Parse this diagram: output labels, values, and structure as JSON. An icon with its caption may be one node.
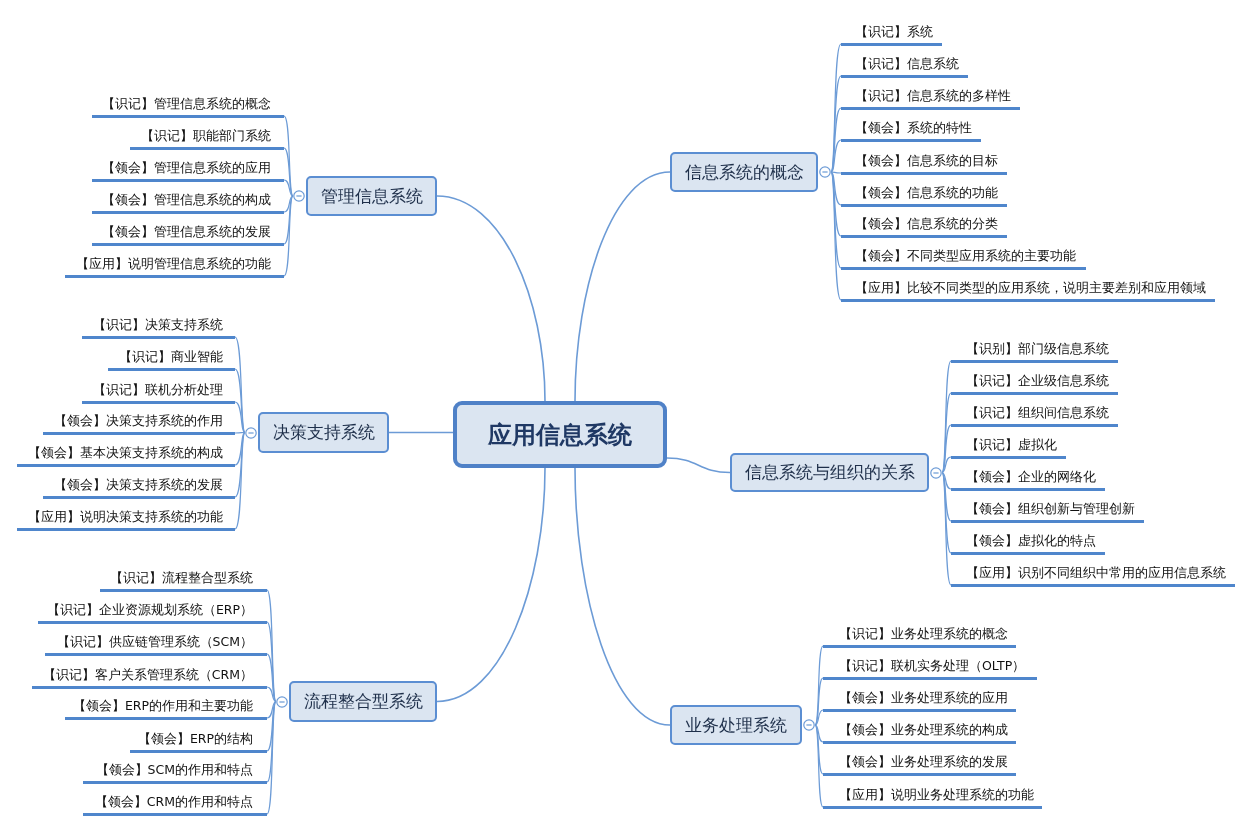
{
  "diagram": {
    "nodes": [
      {
        "text": [
          "应用信息系统"
        ]
      },
      {
        "text": [
          "信息系统的概念"
        ]
      },
      {
        "text": [
          "【识记】系统"
        ]
      },
      {
        "text": [
          "【识记】信息系统"
        ]
      },
      {
        "text": [
          "【识记】信息系统的多样性"
        ]
      },
      {
        "text": [
          "【领会】系统的特性"
        ]
      },
      {
        "text": [
          "【领会】信息系统的目标"
        ]
      },
      {
        "text": [
          "【领会】信息系统的功能"
        ]
      },
      {
        "text": [
          "【领会】信息系统的分类"
        ]
      },
      {
        "text": [
          "【领会】不同类型应用系统的主要功能"
        ]
      },
      {
        "text": [
          "【应用】比较不同类型的应用系统，说明主要差别和应用领域"
        ]
      },
      {
        "text": [
          "信息系统与组织的关系"
        ]
      },
      {
        "text": [
          "【识别】部门级信息系统"
        ]
      },
      {
        "text": [
          "【识记】企业级信息系统"
        ]
      },
      {
        "text": [
          "【识记】组织间信息系统"
        ]
      },
      {
        "text": [
          "【识记】虚拟化"
        ]
      },
      {
        "text": [
          "【领会】企业的网络化"
        ]
      },
      {
        "text": [
          "【领会】组织创新与管理创新"
        ]
      },
      {
        "text": [
          "【领会】虚拟化的特点"
        ]
      },
      {
        "text": [
          "【应用】识别不同组织中常用的应用信息系统"
        ]
      },
      {
        "text": [
          "业务处理系统"
        ]
      },
      {
        "text": [
          "【识记】业务处理系统的概念"
        ]
      },
      {
        "text": [
          "【识记】联机实务处理（OLTP）"
        ]
      },
      {
        "text": [
          "【领会】业务处理系统的应用"
        ]
      },
      {
        "text": [
          "【领会】业务处理系统的构成"
        ]
      },
      {
        "text": [
          "【领会】业务处理系统的发展"
        ]
      },
      {
        "text": [
          "【应用】说明业务处理系统的功能"
        ]
      },
      {
        "text": [
          "管理信息系统"
        ]
      },
      {
        "text": [
          "【识记】管理信息系统的概念"
        ]
      },
      {
        "text": [
          "【识记】职能部门系统"
        ]
      },
      {
        "text": [
          "【领会】管理信息系统的应用"
        ]
      },
      {
        "text": [
          "【领会】管理信息系统的构成"
        ]
      },
      {
        "text": [
          "【领会】管理信息系统的发展"
        ]
      },
      {
        "text": [
          "【应用】说明管理信息系统的功能"
        ]
      },
      {
        "text": [
          "决策支持系统"
        ]
      },
      {
        "text": [
          "【识记】决策支持系统"
        ]
      },
      {
        "text": [
          "【识记】商业智能"
        ]
      },
      {
        "text": [
          "【识记】联机分析处理"
        ]
      },
      {
        "text": [
          "【领会】决策支持系统的作用"
        ]
      },
      {
        "text": [
          "【领会】基本决策支持系统的构成"
        ]
      },
      {
        "text": [
          "【领会】决策支持系统的发展"
        ]
      },
      {
        "text": [
          "【应用】说明决策支持系统的功能"
        ]
      },
      {
        "text": [
          "流程整合型系统"
        ]
      },
      {
        "text": [
          "【识记】流程整合型系统"
        ]
      },
      {
        "text": [
          "【识记】企业资源规划系统（ERP）"
        ]
      },
      {
        "text": [
          "【识记】供应链管理系统（SCM）"
        ]
      },
      {
        "text": [
          "【识记】客户关系管理系统（CRM）"
        ]
      },
      {
        "text": [
          "【领会】ERP的作用和主要功能"
        ]
      },
      {
        "text": [
          "【领会】ERP的结构"
        ]
      },
      {
        "text": [
          "【领会】SCM的作用和特点"
        ]
      },
      {
        "text": [
          "【领会】CRM的作用和特点"
        ]
      }
    ],
    "edges": [
      {
        "from": 0,
        "to": 1,
        "arrow": "none"
      },
      {
        "from": 0,
        "to": 11,
        "arrow": "none"
      },
      {
        "from": 0,
        "to": 20,
        "arrow": "none"
      },
      {
        "from": 0,
        "to": 27,
        "arrow": "none"
      },
      {
        "from": 0,
        "to": 34,
        "arrow": "none"
      },
      {
        "from": 0,
        "to": 42,
        "arrow": "none"
      },
      {
        "from": 1,
        "to": 2,
        "arrow": "none"
      },
      {
        "from": 1,
        "to": 3,
        "arrow": "none"
      },
      {
        "from": 1,
        "to": 4,
        "arrow": "none"
      },
      {
        "from": 1,
        "to": 5,
        "arrow": "none"
      },
      {
        "from": 1,
        "to": 6,
        "arrow": "none"
      },
      {
        "from": 1,
        "to": 7,
        "arrow": "none"
      },
      {
        "from": 1,
        "to": 8,
        "arrow": "none"
      },
      {
        "from": 1,
        "to": 9,
        "arrow": "none"
      },
      {
        "from": 1,
        "to": 10,
        "arrow": "none"
      },
      {
        "from": 11,
        "to": 12,
        "arrow": "none"
      },
      {
        "from": 11,
        "to": 13,
        "arrow": "none"
      },
      {
        "from": 11,
        "to": 14,
        "arrow": "none"
      },
      {
        "from": 11,
        "to": 15,
        "arrow": "none"
      },
      {
        "from": 11,
        "to": 16,
        "arrow": "none"
      },
      {
        "from": 11,
        "to": 17,
        "arrow": "none"
      },
      {
        "from": 11,
        "to": 18,
        "arrow": "none"
      },
      {
        "from": 11,
        "to": 19,
        "arrow": "none"
      },
      {
        "from": 20,
        "to": 21,
        "arrow": "none"
      },
      {
        "from": 20,
        "to": 22,
        "arrow": "none"
      },
      {
        "from": 20,
        "to": 23,
        "arrow": "none"
      },
      {
        "from": 20,
        "to": 24,
        "arrow": "none"
      },
      {
        "from": 20,
        "to": 25,
        "arrow": "none"
      },
      {
        "from": 20,
        "to": 26,
        "arrow": "none"
      },
      {
        "from": 27,
        "to": 28,
        "arrow": "none"
      },
      {
        "from": 27,
        "to": 29,
        "arrow": "none"
      },
      {
        "from": 27,
        "to": 30,
        "arrow": "none"
      },
      {
        "from": 27,
        "to": 31,
        "arrow": "none"
      },
      {
        "from": 27,
        "to": 32,
        "arrow": "none"
      },
      {
        "from": 27,
        "to": 33,
        "arrow": "none"
      },
      {
        "from": 34,
        "to": 35,
        "arrow": "none"
      },
      {
        "from": 34,
        "to": 36,
        "arrow": "none"
      },
      {
        "from": 34,
        "to": 37,
        "arrow": "none"
      },
      {
        "from": 34,
        "to": 38,
        "arrow": "none"
      },
      {
        "from": 34,
        "to": 39,
        "arrow": "none"
      },
      {
        "from": 34,
        "to": 40,
        "arrow": "none"
      },
      {
        "from": 34,
        "to": 41,
        "arrow": "none"
      },
      {
        "from": 42,
        "to": 43,
        "arrow": "none"
      },
      {
        "from": 42,
        "to": 44,
        "arrow": "none"
      },
      {
        "from": 42,
        "to": 45,
        "arrow": "none"
      },
      {
        "from": 42,
        "to": 46,
        "arrow": "none"
      },
      {
        "from": 42,
        "to": 47,
        "arrow": "none"
      },
      {
        "from": 42,
        "to": 48,
        "arrow": "none"
      },
      {
        "from": 42,
        "to": 49,
        "arrow": "none"
      },
      {
        "from": 42,
        "to": 50,
        "arrow": "none"
      }
    ]
  }
}
